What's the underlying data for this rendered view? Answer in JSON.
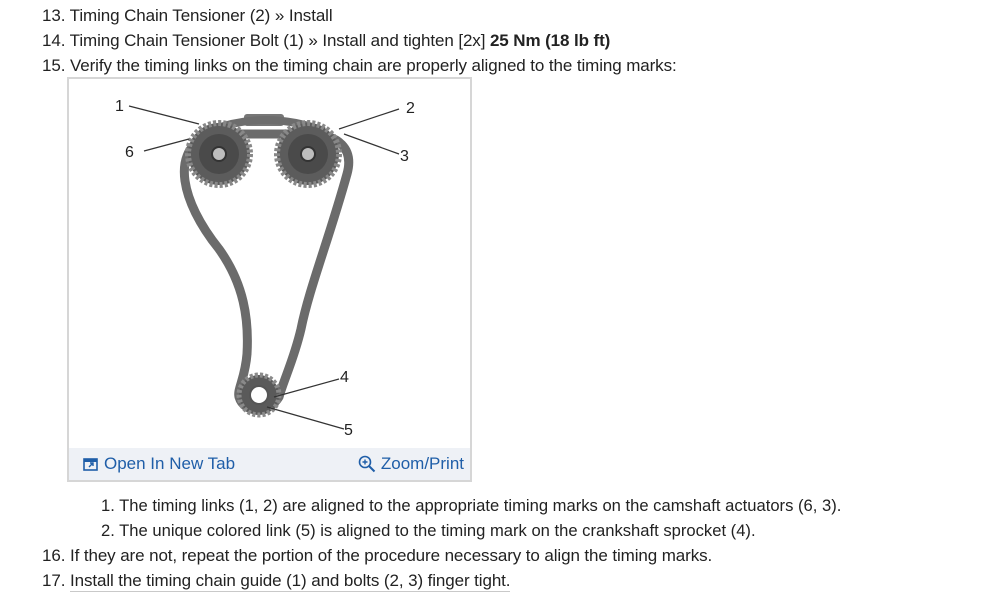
{
  "steps": {
    "s13": {
      "num": "13.",
      "text": "Timing Chain Tensioner (2) » Install"
    },
    "s14": {
      "num": "14.",
      "text": "Timing Chain Tensioner Bolt (1) » Install and tighten [2x] ",
      "torque": "25 Nm (18 lb ft)"
    },
    "s15": {
      "num": "15.",
      "text": "Verify the timing links on the timing chain are properly aligned to the timing marks:"
    },
    "s16": {
      "num": "16.",
      "text": "If they are not, repeat the portion of the procedure necessary to align the timing marks."
    },
    "s17": {
      "num": "17.",
      "text": "Install the timing chain guide (1) and bolts (2, 3) finger tight."
    }
  },
  "substeps": [
    {
      "num": "1.",
      "text": "The timing links (1, 2) are aligned to the appropriate timing marks on the camshaft actuators (6, 3)."
    },
    {
      "num": "2.",
      "text": "The unique colored link (5) is aligned to the timing mark on the crankshaft sprocket (4)."
    }
  ],
  "figure": {
    "callouts": [
      "1",
      "2",
      "3",
      "4",
      "5",
      "6"
    ],
    "open_label": "Open In New Tab",
    "zoom_label": "Zoom/Print",
    "open_icon": "open-new-tab-icon",
    "zoom_icon": "magnifier-plus-icon",
    "link_color": "#1f5ea8"
  }
}
